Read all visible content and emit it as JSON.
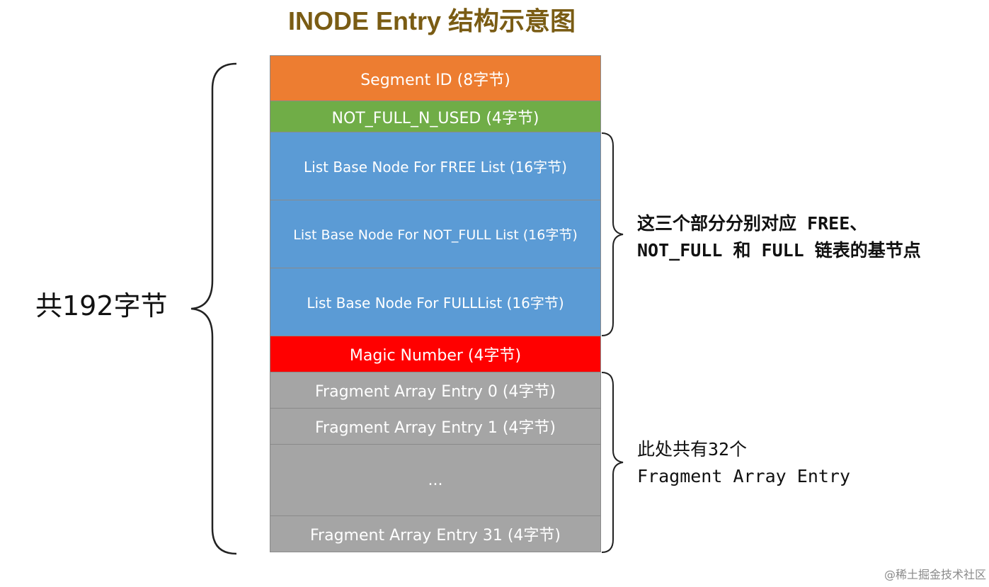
{
  "title": "INODE Entry 结构示意图",
  "blocks": {
    "segment_id": "Segment ID (8字节)",
    "not_full_n_used": "NOT_FULL_N_USED (4字节)",
    "list_free": "List Base Node For FREE List (16字节)",
    "list_not_full": "List Base Node For NOT_FULL List (16字节)",
    "list_full": "List Base Node For FULLList (16字节)",
    "magic_number": "Magic Number (4字节)",
    "fragment_0": "Fragment Array Entry 0 (4字节)",
    "fragment_1": "Fragment Array Entry 1 (4字节)",
    "ellipsis": "...",
    "fragment_31": "Fragment Array Entry 31 (4字节)"
  },
  "total_label": "共192字节",
  "list_note": {
    "line1": "这三个部分分别对应 FREE、",
    "line2": "NOT_FULL 和 FULL 链表的基节点"
  },
  "fragment_note": {
    "line1": "此处共有32个",
    "line2": "Fragment Array Entry"
  },
  "watermark": "@稀土掘金技术社区",
  "colors": {
    "segment_id": "#ed7d31",
    "not_full_n_used": "#70ad47",
    "list_base_node": "#5b9bd5",
    "magic_number": "#ff0000",
    "fragment_array": "#a5a5a5",
    "title": "#7a5c14"
  }
}
